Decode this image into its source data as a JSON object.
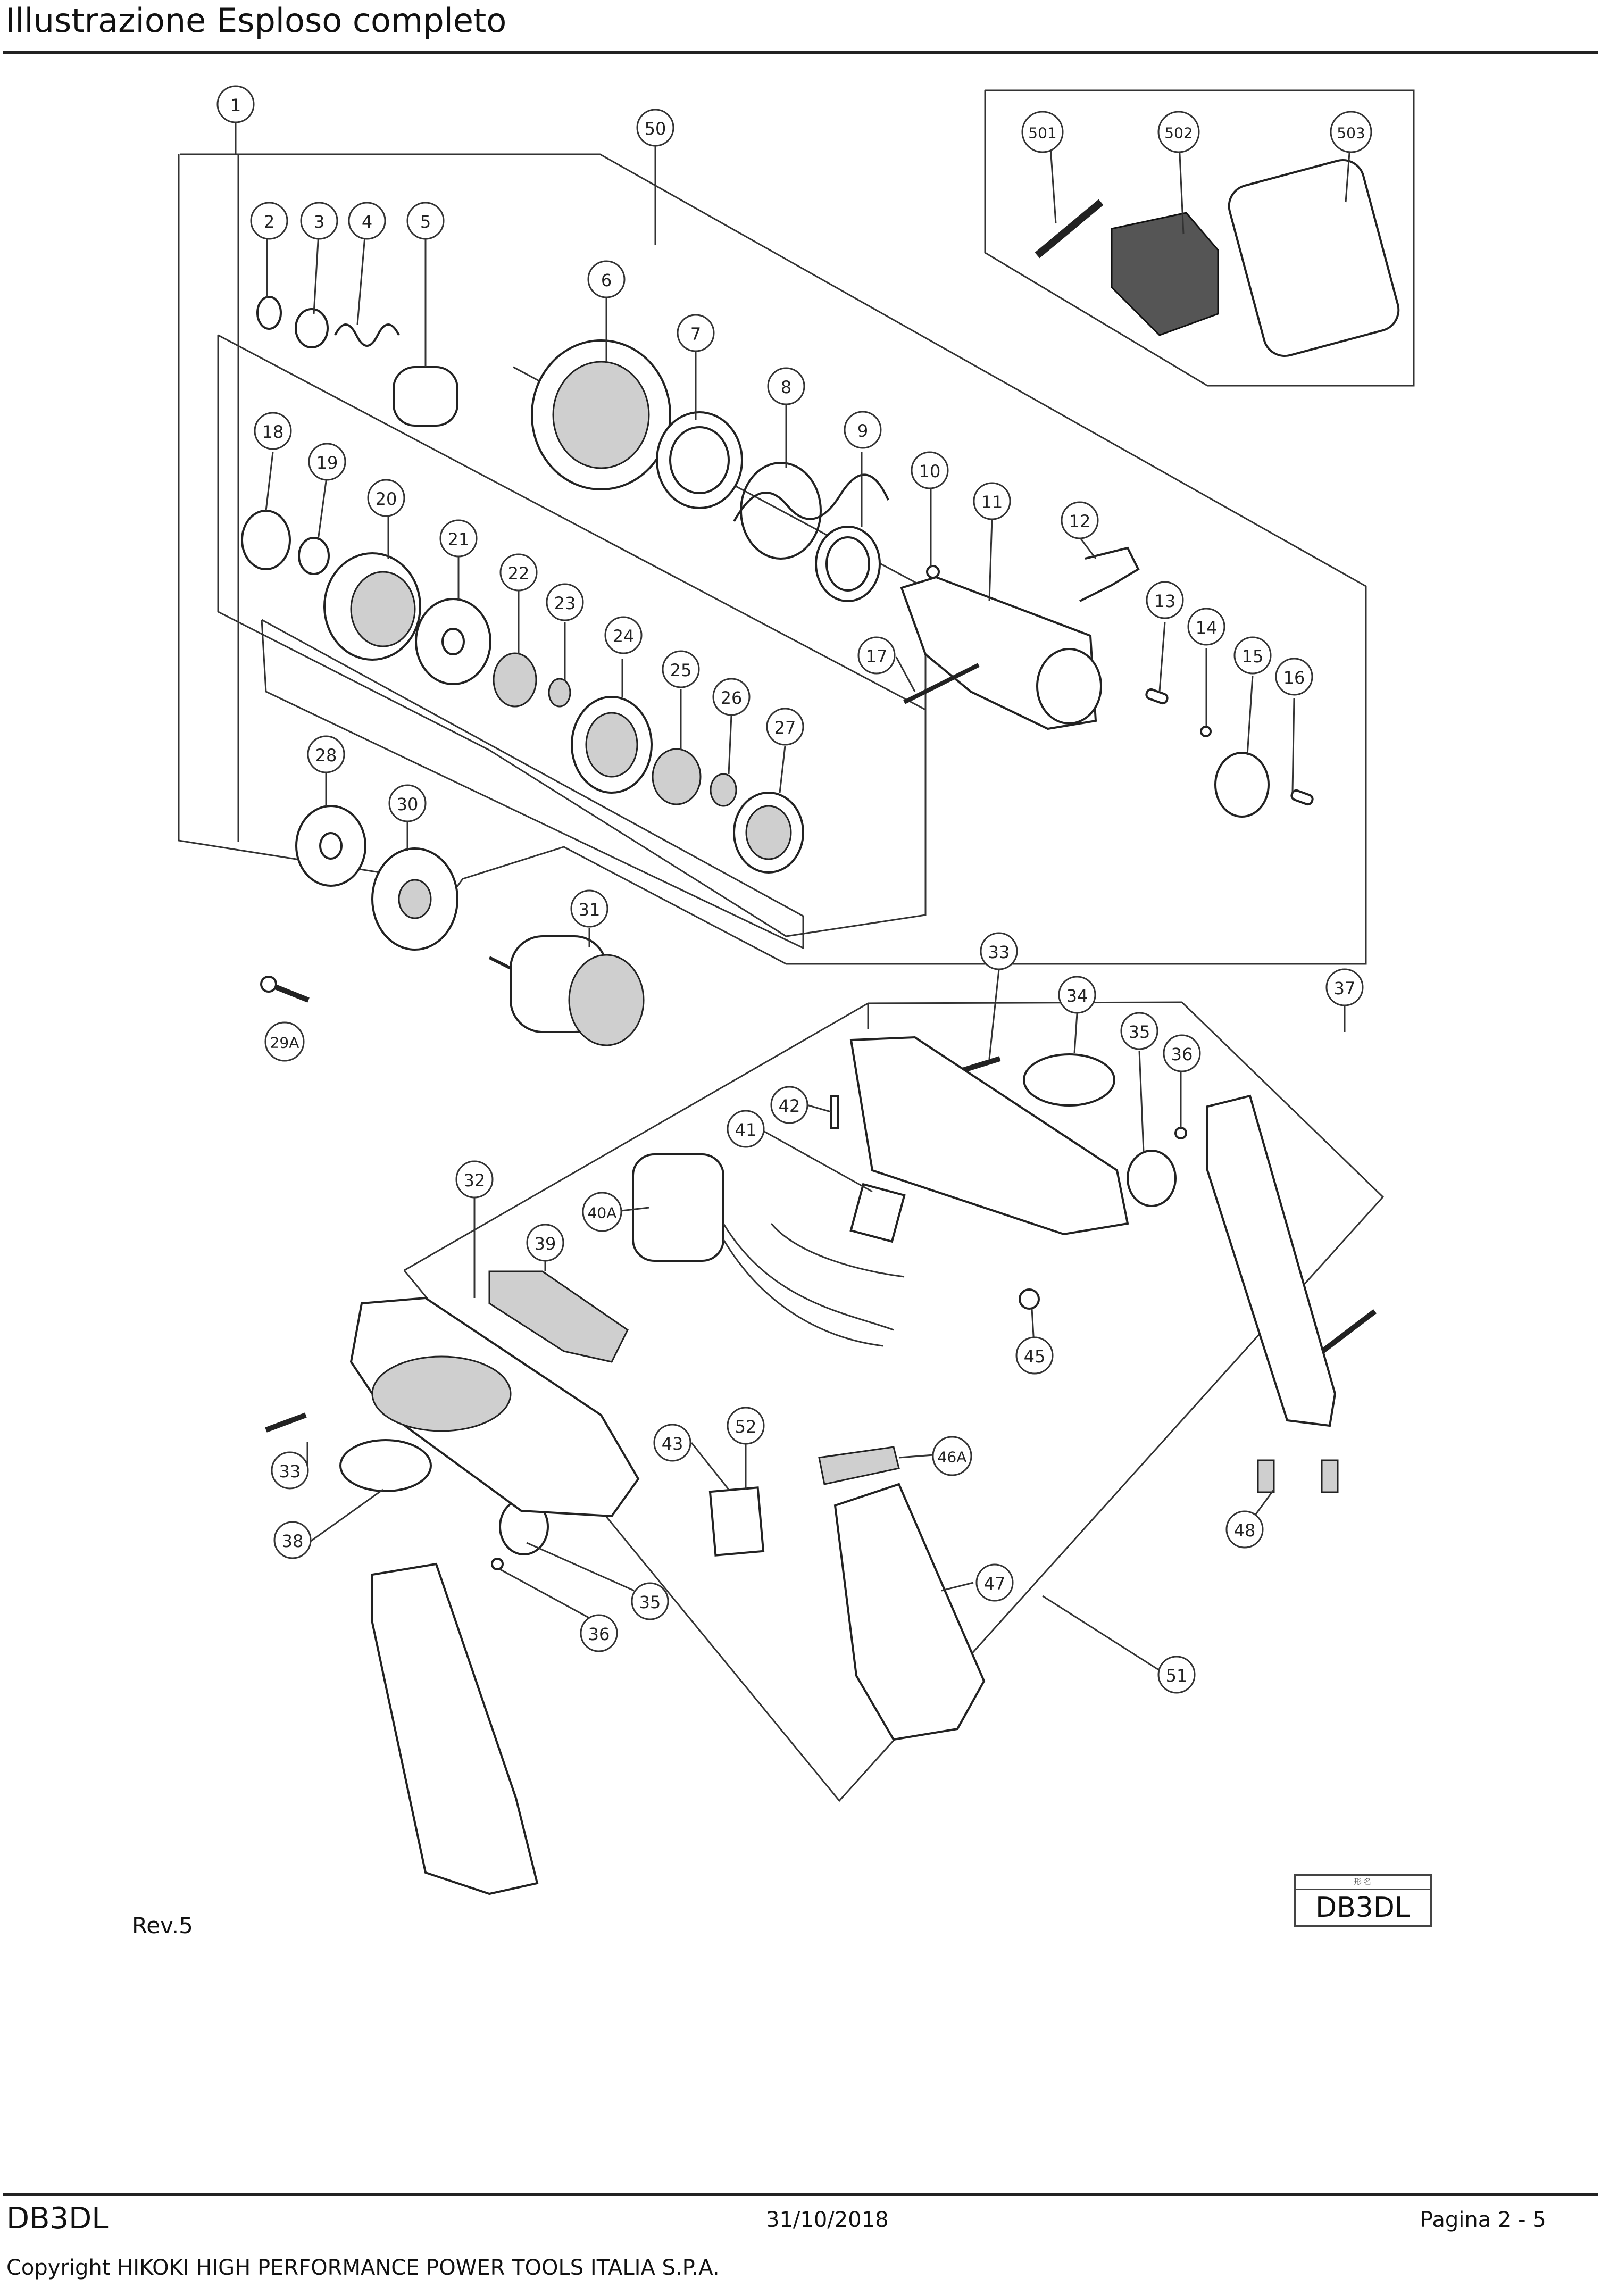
{
  "header": {
    "title": "Illustrazione  Esploso completo"
  },
  "callouts": [
    "1",
    "2",
    "3",
    "4",
    "5",
    "6",
    "7",
    "8",
    "9",
    "10",
    "11",
    "12",
    "13",
    "14",
    "15",
    "16",
    "17",
    "18",
    "19",
    "20",
    "21",
    "22",
    "23",
    "24",
    "25",
    "26",
    "27",
    "28",
    "29A",
    "30",
    "31",
    "32",
    "33",
    "33",
    "34",
    "35",
    "35",
    "36",
    "36",
    "37",
    "38",
    "39",
    "40A",
    "41",
    "42",
    "43",
    "45",
    "46A",
    "47",
    "48",
    "50",
    "51",
    "52",
    "501",
    "502",
    "503"
  ],
  "rev_label": "Rev.5",
  "model_box": {
    "kanji": "形 名",
    "model": "DB3DL"
  },
  "footer": {
    "model": "DB3DL",
    "date": "31/10/2018",
    "page": "Pagina 2 - 5",
    "copyright": "Copyright HIKOKI HIGH PERFORMANCE POWER TOOLS ITALIA S.P.A."
  }
}
